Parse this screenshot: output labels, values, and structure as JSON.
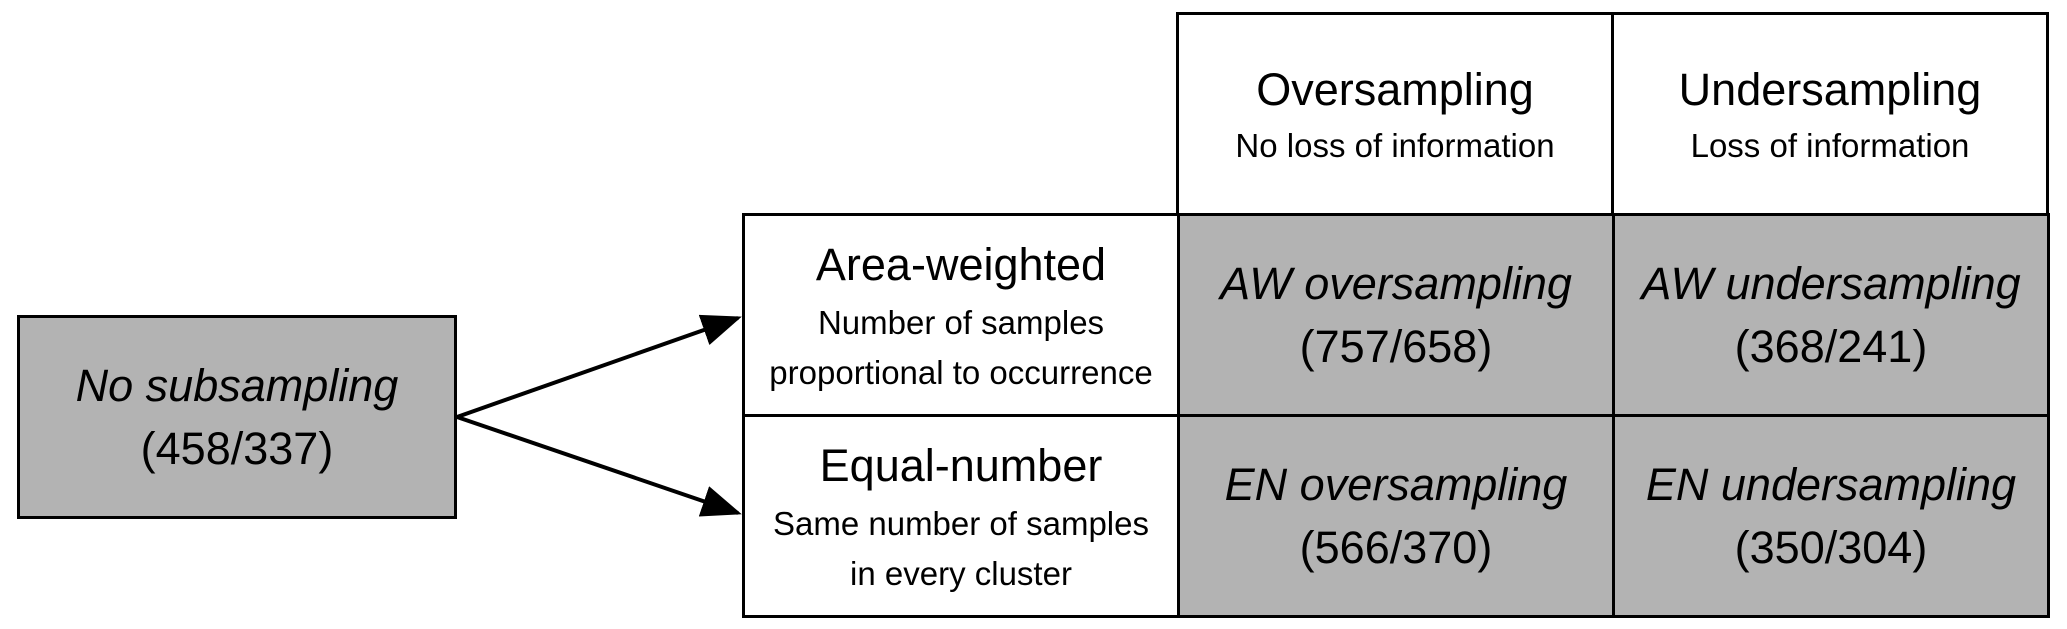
{
  "source": {
    "title": "No subsampling",
    "counts": "(458/337)"
  },
  "columns": [
    {
      "title": "Oversampling",
      "subtitle": "No loss of information"
    },
    {
      "title": "Undersampling",
      "subtitle": "Loss of information"
    }
  ],
  "rows": [
    {
      "title": "Area-weighted",
      "subtitle_line1": "Number of samples",
      "subtitle_line2": "proportional to occurrence"
    },
    {
      "title": "Equal-number",
      "subtitle_line1": "Same number of samples",
      "subtitle_line2": "in every cluster"
    }
  ],
  "cells": {
    "aw_over": {
      "title": "AW oversampling",
      "counts": "(757/658)"
    },
    "aw_under": {
      "title": "AW undersampling",
      "counts": "(368/241)"
    },
    "en_over": {
      "title": "EN oversampling",
      "counts": "(566/370)"
    },
    "en_under": {
      "title": "EN undersampling",
      "counts": "(350/304)"
    }
  },
  "colors": {
    "shaded": "#b3b3b3",
    "border": "#000000",
    "background": "#ffffff"
  }
}
